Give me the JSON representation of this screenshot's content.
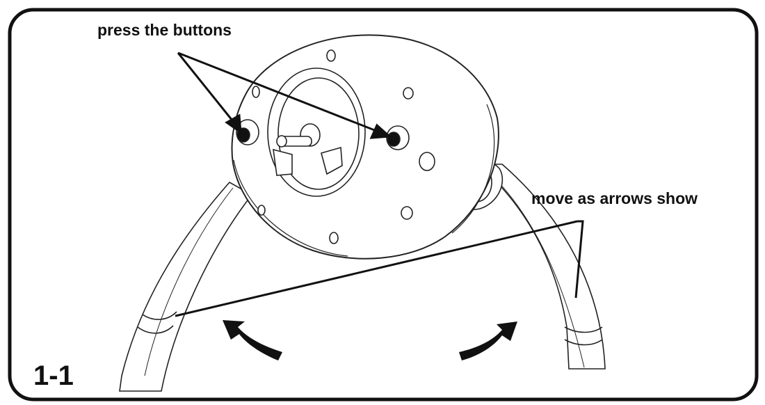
{
  "labels": {
    "press_buttons": "press the buttons",
    "move_arrows": "move as arrows show",
    "step": "1-1"
  },
  "colors": {
    "ink": "#111111",
    "background": "#ffffff"
  }
}
